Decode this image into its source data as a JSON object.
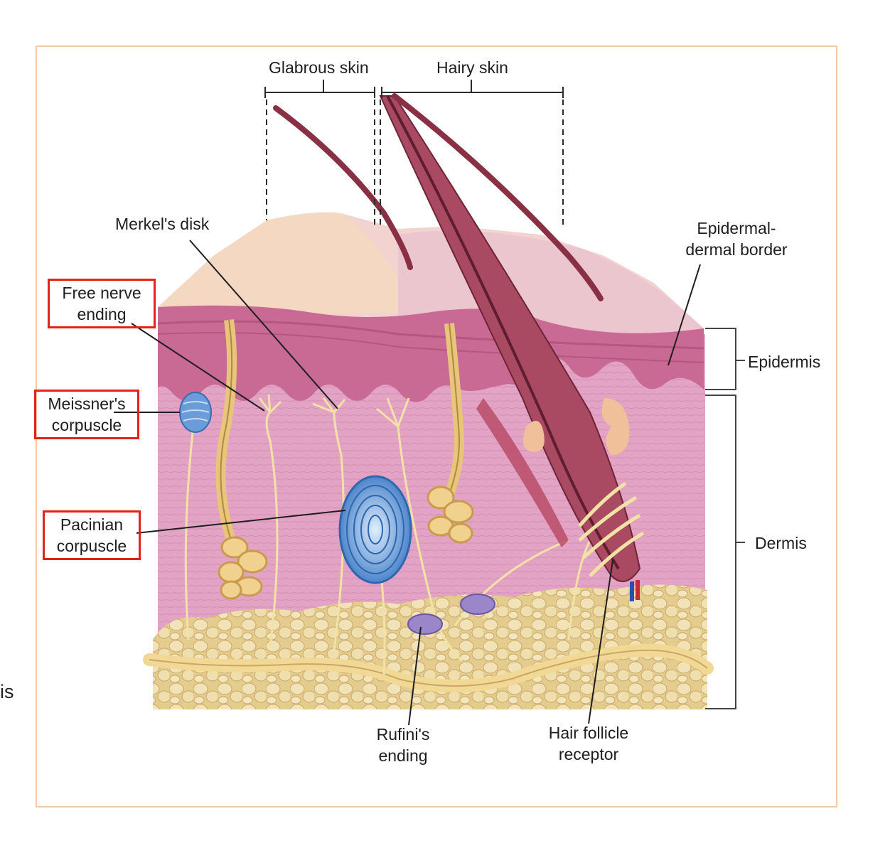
{
  "header": {
    "glabrous": "Glabrous skin",
    "hairy": "Hairy skin"
  },
  "labels": {
    "merkel": "Merkel's disk",
    "free_nerve_1": "Free nerve",
    "free_nerve_2": "ending",
    "meissner_1": "Meissner's",
    "meissner_2": "corpuscle",
    "pacinian_1": "Pacinian",
    "pacinian_2": "corpuscle",
    "rufini_1": "Rufini's",
    "rufini_2": "ending",
    "hair_follicle_1": "Hair follicle",
    "hair_follicle_2": "receptor",
    "border_1": "Epidermal-",
    "border_2": "dermal border",
    "epidermis": "Epidermis",
    "dermis": "Dermis"
  },
  "cutoff_text": "is",
  "colors": {
    "frame": "#f3c9a6",
    "highlight": "#e0241b",
    "epidermis": "#c9678f",
    "dermis": "#e4a7c8",
    "fat": "#ead7a0",
    "nerve": "#f2dc95",
    "hair": "#8b3548",
    "corpuscle": "#5b8fd0"
  }
}
